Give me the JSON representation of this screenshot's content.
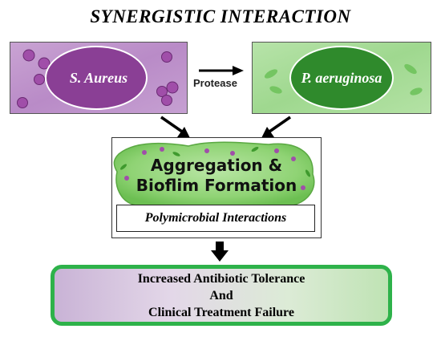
{
  "title": "SYNERGISTIC INTERACTION",
  "left_panel": {
    "label": "S. Aureus",
    "color": "#8a3f95"
  },
  "right_panel": {
    "label": "P. aeruginosa",
    "color": "#2f8a2c"
  },
  "arrow_label": "Protease",
  "center": {
    "line1": "Aggregation &",
    "line2": "Bioflim Formation",
    "subtitle": "Polymicrobial Interactions"
  },
  "result": {
    "line1": "Increased Antibiotic Tolerance",
    "line2": "And",
    "line3": "Clinical Treatment Failure",
    "border_color": "#2eb24a"
  }
}
